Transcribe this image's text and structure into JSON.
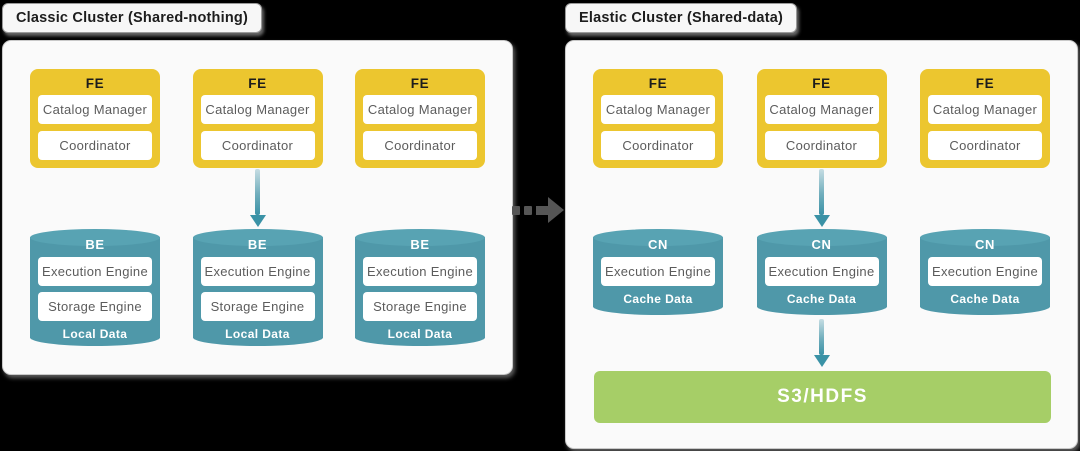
{
  "diagram": {
    "kind": "cluster-architecture-comparison",
    "background_color": "#000000",
    "colors": {
      "fe_node": "#ecc62f",
      "storage_node": "#4f98a9",
      "shared_storage": "#a6ce67",
      "flow_arrow": "#3a92a6",
      "migration_arrow": "#565656",
      "panel_background": "#fafafa",
      "component_text": "#5c5c5c"
    },
    "clusters": [
      {
        "title": "Classic Cluster (Shared-nothing)",
        "fe_nodes": [
          {
            "label": "FE",
            "components": [
              "Catalog Manager",
              "Coordinator"
            ]
          },
          {
            "label": "FE",
            "components": [
              "Catalog Manager",
              "Coordinator"
            ]
          },
          {
            "label": "FE",
            "components": [
              "Catalog Manager",
              "Coordinator"
            ]
          }
        ],
        "storage_nodes": [
          {
            "label": "BE",
            "components": [
              "Execution Engine",
              "Storage Engine"
            ],
            "data_label": "Local Data"
          },
          {
            "label": "BE",
            "components": [
              "Execution Engine",
              "Storage Engine"
            ],
            "data_label": "Local Data"
          },
          {
            "label": "BE",
            "components": [
              "Execution Engine",
              "Storage Engine"
            ],
            "data_label": "Local Data"
          }
        ]
      },
      {
        "title": "Elastic Cluster (Shared-data)",
        "fe_nodes": [
          {
            "label": "FE",
            "components": [
              "Catalog Manager",
              "Coordinator"
            ]
          },
          {
            "label": "FE",
            "components": [
              "Catalog Manager",
              "Coordinator"
            ]
          },
          {
            "label": "FE",
            "components": [
              "Catalog Manager",
              "Coordinator"
            ]
          }
        ],
        "storage_nodes": [
          {
            "label": "CN",
            "components": [
              "Execution Engine"
            ],
            "data_label": "Cache Data"
          },
          {
            "label": "CN",
            "components": [
              "Execution Engine"
            ],
            "data_label": "Cache Data"
          },
          {
            "label": "CN",
            "components": [
              "Execution Engine"
            ],
            "data_label": "Cache Data"
          }
        ],
        "shared_storage": {
          "label": "S3/HDFS"
        }
      }
    ]
  }
}
